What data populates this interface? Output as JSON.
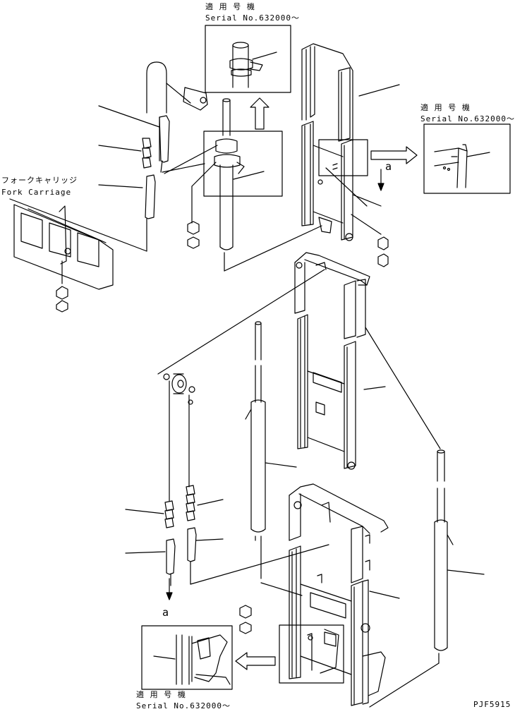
{
  "diagram": {
    "labels": {
      "applicable_model_top_jp": "適 用 号 機",
      "serial_top": "Serial No.632000～",
      "applicable_model_right_jp": "適 用 号 機",
      "serial_right": "Serial No.632000～",
      "fork_carriage_jp": "フォークキャリッジ",
      "fork_carriage_en": "Fork Carriage",
      "marker_a_upper": "a",
      "marker_a_lower": "a",
      "applicable_model_bottom_jp": "適 用 号 機",
      "serial_bottom": "Serial No.632000～",
      "drawing_code": "PJF5915"
    }
  }
}
